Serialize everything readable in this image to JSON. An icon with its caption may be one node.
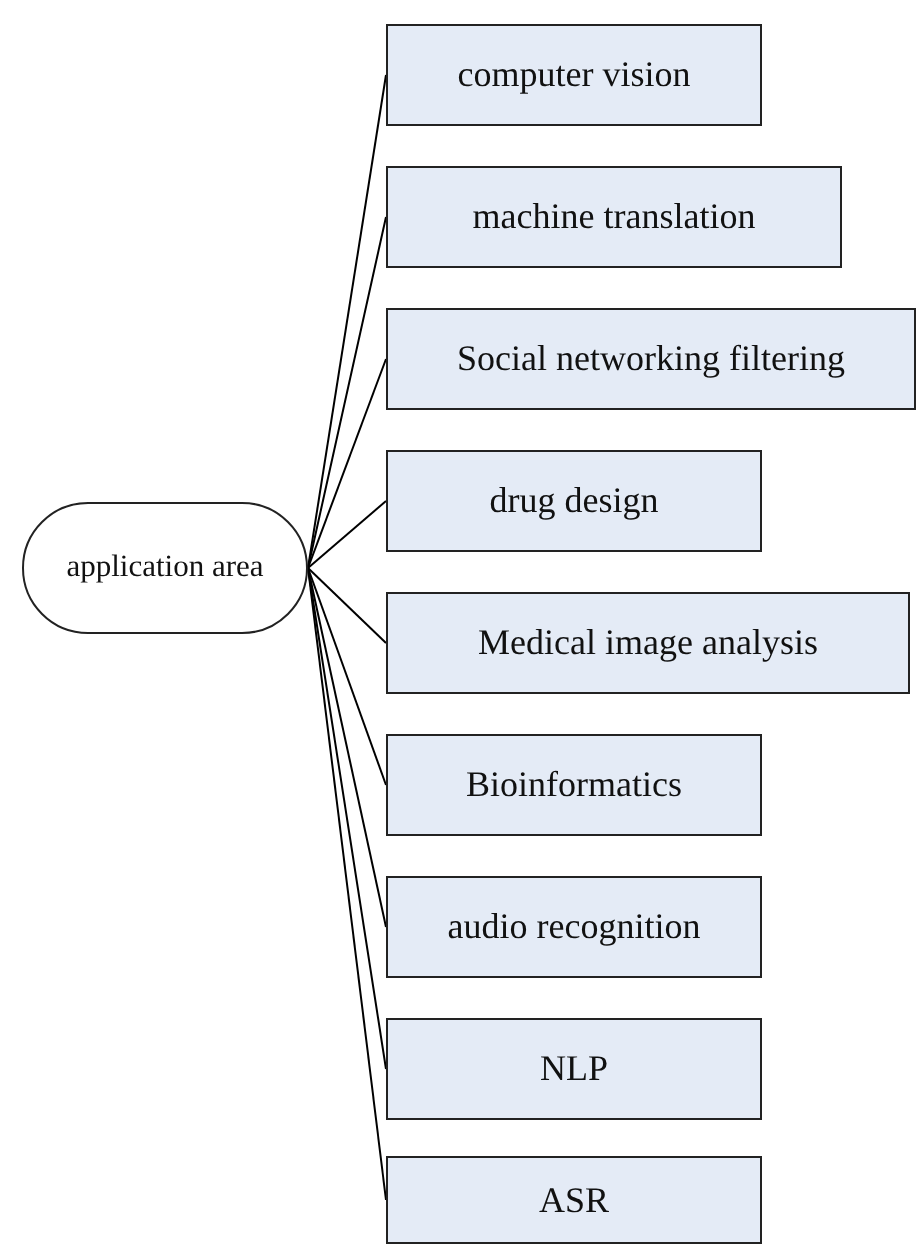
{
  "diagram": {
    "nodes": [
      {
        "text": [
          "application area"
        ]
      },
      {
        "text": [
          "computer vision"
        ]
      },
      {
        "text": [
          "machine translation"
        ]
      },
      {
        "text": [
          "Social networking filtering"
        ]
      },
      {
        "text": [
          "drug design"
        ]
      },
      {
        "text": [
          "Medical image analysis"
        ]
      },
      {
        "text": [
          "Bioinformatics"
        ]
      },
      {
        "text": [
          "audio recognition"
        ]
      },
      {
        "text": [
          "NLP"
        ]
      },
      {
        "text": [
          "ASR"
        ]
      }
    ],
    "edges": [
      {
        "from": 0,
        "to": 1,
        "arrow": "none"
      },
      {
        "from": 0,
        "to": 2,
        "arrow": "none"
      },
      {
        "from": 0,
        "to": 3,
        "arrow": "none"
      },
      {
        "from": 0,
        "to": 4,
        "arrow": "none"
      },
      {
        "from": 0,
        "to": 5,
        "arrow": "none"
      },
      {
        "from": 0,
        "to": 6,
        "arrow": "none"
      },
      {
        "from": 0,
        "to": 7,
        "arrow": "none"
      },
      {
        "from": 0,
        "to": 8,
        "arrow": "none"
      },
      {
        "from": 0,
        "to": 9,
        "arrow": "none"
      }
    ]
  }
}
